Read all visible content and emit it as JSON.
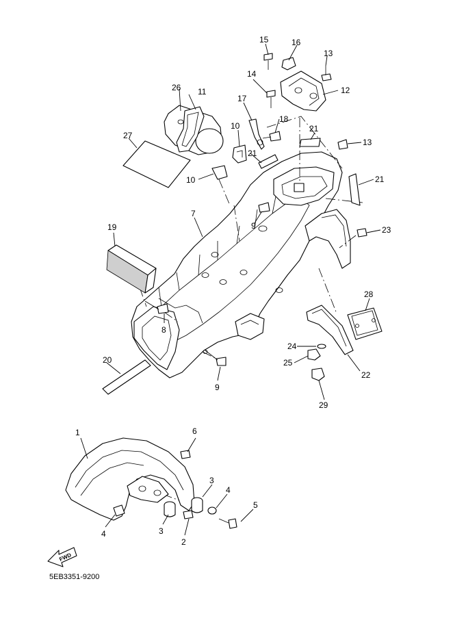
{
  "diagram": {
    "part_number": "5EB3351-9200",
    "fwd_label": "FWD",
    "callouts": [
      "1",
      "2",
      "3",
      "3",
      "4",
      "4",
      "5",
      "6",
      "7",
      "8",
      "9",
      "9",
      "10",
      "10",
      "11",
      "12",
      "13",
      "13",
      "14",
      "15",
      "16",
      "17",
      "18",
      "19",
      "20",
      "21",
      "21",
      "21",
      "22",
      "23",
      "24",
      "25",
      "26",
      "27",
      "28",
      "29"
    ]
  }
}
